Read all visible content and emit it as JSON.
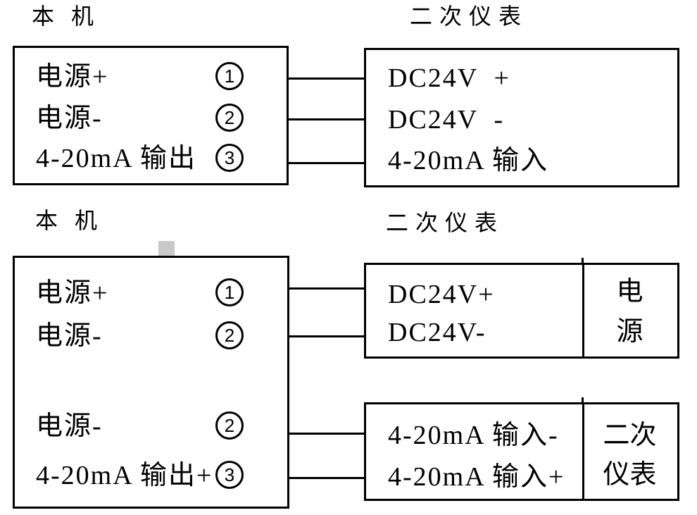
{
  "colors": {
    "ink": "#000000",
    "marker": "#c9c9c9",
    "background": "#ffffff"
  },
  "diagram_top": {
    "local_label": "本机",
    "secondary_label": "二次仪表",
    "local_terminals": [
      {
        "name": "电源+",
        "pin": "1"
      },
      {
        "name": "电源-",
        "pin": "2"
      },
      {
        "name": "4-20mA 输出",
        "pin": "3"
      }
    ],
    "secondary_terminals": [
      "DC24V  +",
      "DC24V  -",
      "4-20mA 输入"
    ]
  },
  "diagram_bottom": {
    "local_label": "本机",
    "secondary_label": "二次仪表",
    "local_terminals": [
      {
        "name": "电源+",
        "pin": "1"
      },
      {
        "name": "电源-",
        "pin": "2"
      },
      {
        "name": "电源-",
        "pin": "2"
      },
      {
        "name": "4-20mA 输出+",
        "pin": "3"
      }
    ],
    "power_box": {
      "terminals": [
        "DC24V+",
        "DC24V-"
      ],
      "side_label": [
        "电",
        "源"
      ]
    },
    "signal_box": {
      "terminals": [
        "4-20mA 输入-",
        "4-20mA 输入+"
      ],
      "side_label": [
        "二次",
        "仪表"
      ]
    }
  }
}
